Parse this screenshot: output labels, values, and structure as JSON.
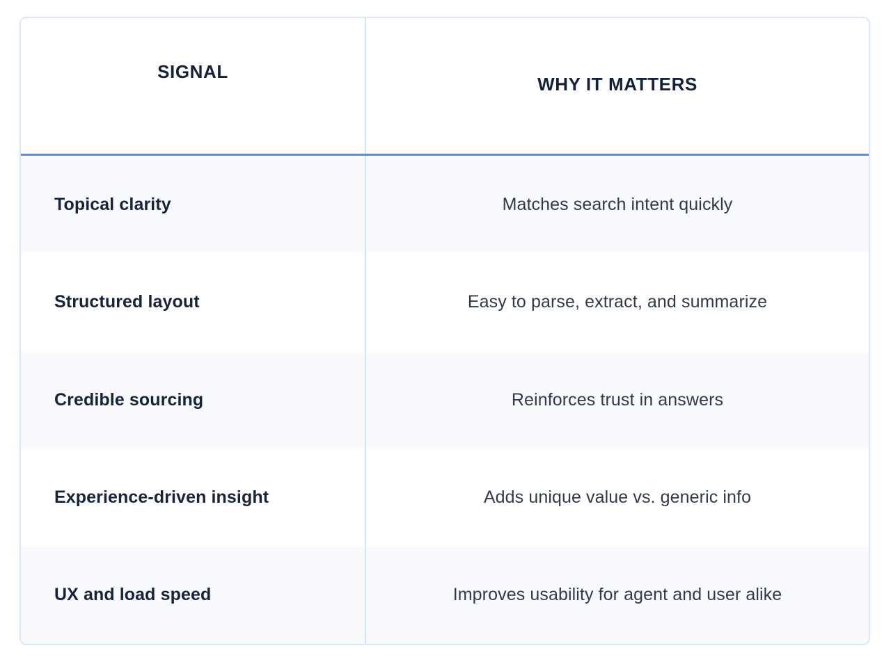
{
  "table": {
    "columns": [
      {
        "key": "signal",
        "label": "SIGNAL",
        "align": "center"
      },
      {
        "key": "why",
        "label": "WHY IT MATTERS",
        "align": "center"
      }
    ],
    "rows": [
      {
        "signal": "Topical clarity",
        "why": "Matches search intent quickly"
      },
      {
        "signal": "Structured layout",
        "why": "Easy to parse, extract, and summarize"
      },
      {
        "signal": "Credible sourcing",
        "why": "Reinforces trust in answers"
      },
      {
        "signal": "Experience-driven insight",
        "why": "Adds unique value vs. generic info"
      },
      {
        "signal": "UX and load speed",
        "why": "Improves usability for agent and user alike"
      }
    ]
  },
  "style": {
    "accent": "#4a93e8",
    "border": "#d9e6f8",
    "divider": "#d4e4f7",
    "row_shaded_bg": "#f8fafd",
    "row_plain_bg": "#ffffff",
    "header_text": "#14213a",
    "signal_text": "#16233b",
    "why_text": "#303a4a"
  }
}
